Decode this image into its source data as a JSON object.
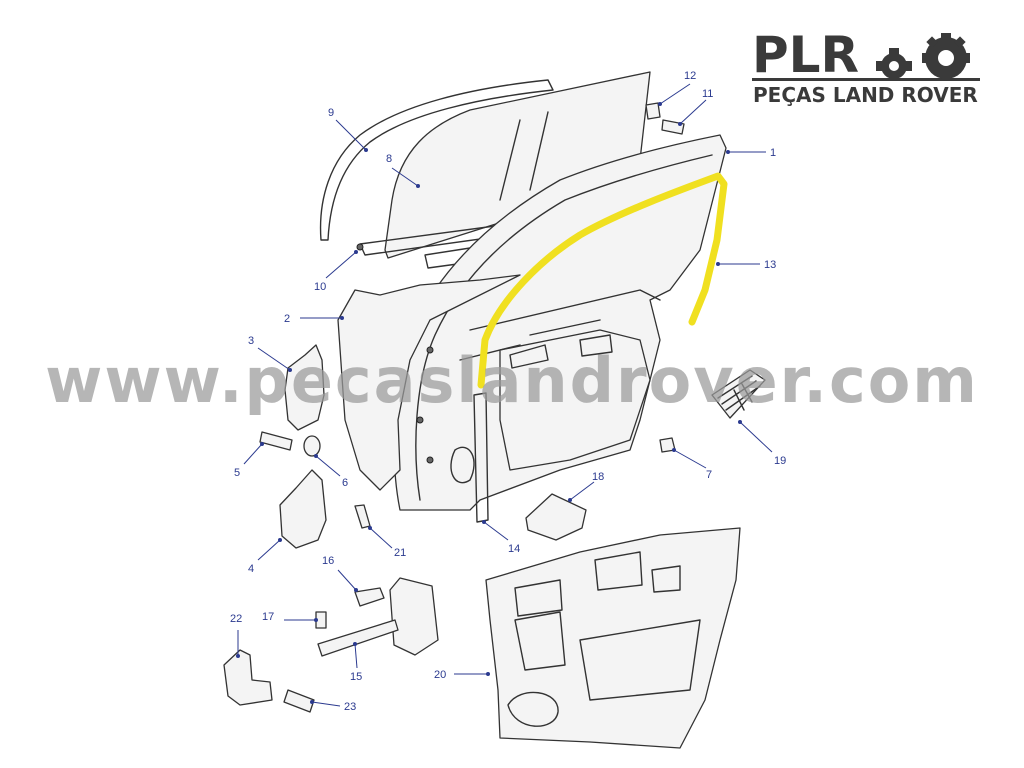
{
  "logo": {
    "main": "PLR",
    "sub": "PEÇAS LAND ROVER"
  },
  "watermark": "www.pecaslandrover.com",
  "highlight_color": "#f0e020",
  "callouts": [
    {
      "id": "c1",
      "label": "1"
    },
    {
      "id": "c2",
      "label": "2"
    },
    {
      "id": "c3",
      "label": "3"
    },
    {
      "id": "c4",
      "label": "4"
    },
    {
      "id": "c5",
      "label": "5"
    },
    {
      "id": "c6",
      "label": "6"
    },
    {
      "id": "c7",
      "label": "7"
    },
    {
      "id": "c8",
      "label": "8"
    },
    {
      "id": "c9",
      "label": "9"
    },
    {
      "id": "c10",
      "label": "10"
    },
    {
      "id": "c11",
      "label": "11"
    },
    {
      "id": "c12",
      "label": "12"
    },
    {
      "id": "c13",
      "label": "13"
    },
    {
      "id": "c14",
      "label": "14"
    },
    {
      "id": "c15",
      "label": "15"
    },
    {
      "id": "c16",
      "label": "16"
    },
    {
      "id": "c17",
      "label": "17"
    },
    {
      "id": "c18",
      "label": "18"
    },
    {
      "id": "c19",
      "label": "19"
    },
    {
      "id": "c20",
      "label": "20"
    },
    {
      "id": "c21",
      "label": "21"
    },
    {
      "id": "c22",
      "label": "22"
    },
    {
      "id": "c23",
      "label": "23"
    }
  ]
}
